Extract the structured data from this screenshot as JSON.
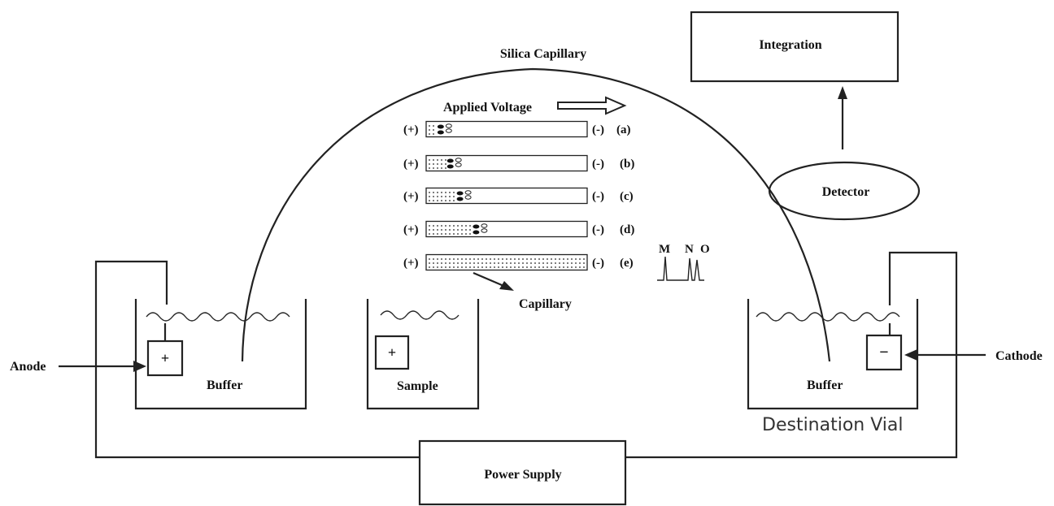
{
  "labels": {
    "silica_capillary": "Silica Capillary",
    "integration": "Integration",
    "applied_voltage": "Applied Voltage",
    "detector": "Detector",
    "capillary": "Capillary",
    "anode": "Anode",
    "cathode": "Cathode",
    "buffer_left": "Buffer",
    "buffer_right": "Buffer",
    "sample": "Sample",
    "destination_vial": "Destination Vial",
    "power_supply": "Power Supply",
    "peak_m": "M",
    "peak_n": "N",
    "peak_o": "O",
    "anode_sign": "+",
    "sample_sign": "+",
    "cathode_sign": "−"
  },
  "stages": [
    {
      "left": "(+)",
      "right": "(-)",
      "tag": "(a)"
    },
    {
      "left": "(+)",
      "right": "(-)",
      "tag": "(b)"
    },
    {
      "left": "(+)",
      "right": "(-)",
      "tag": "(c)"
    },
    {
      "left": "(+)",
      "right": "(-)",
      "tag": "(d)"
    },
    {
      "left": "(+)",
      "right": "(-)",
      "tag": "(e)"
    }
  ],
  "stage_fill_fractions": [
    0.08,
    0.14,
    0.2,
    0.3,
    1.0
  ]
}
